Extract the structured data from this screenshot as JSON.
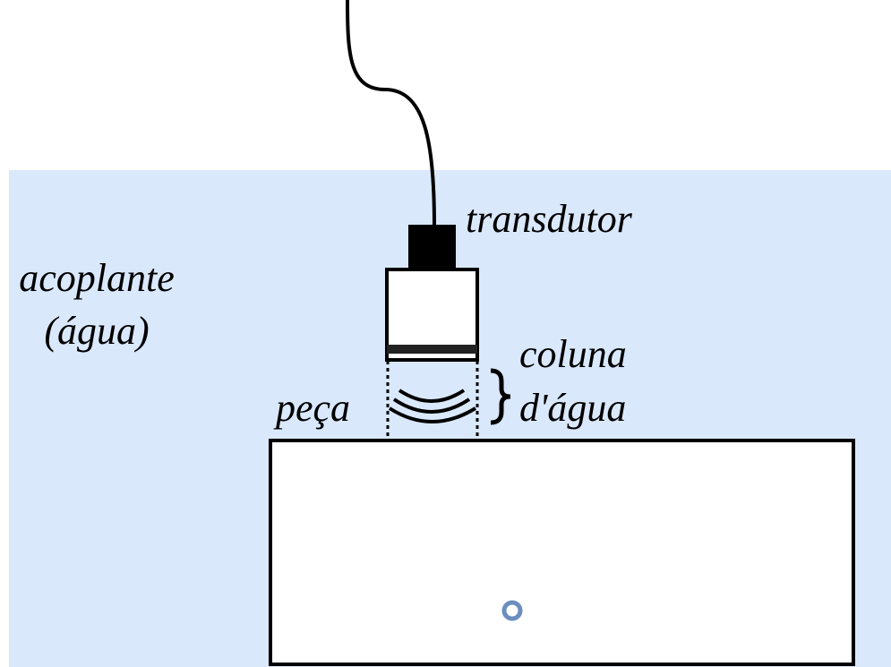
{
  "labels": {
    "transducer": "transdutor",
    "couplant_line1": "acoplante",
    "couplant_line2": "(água)",
    "water_column_line1": "coluna",
    "water_column_line2": "d'água",
    "part": "peça"
  },
  "colors": {
    "couplant": "#dae8fc",
    "defect": "#6c8ebf",
    "outline": "#000000",
    "part_fill": "#ffffff"
  }
}
